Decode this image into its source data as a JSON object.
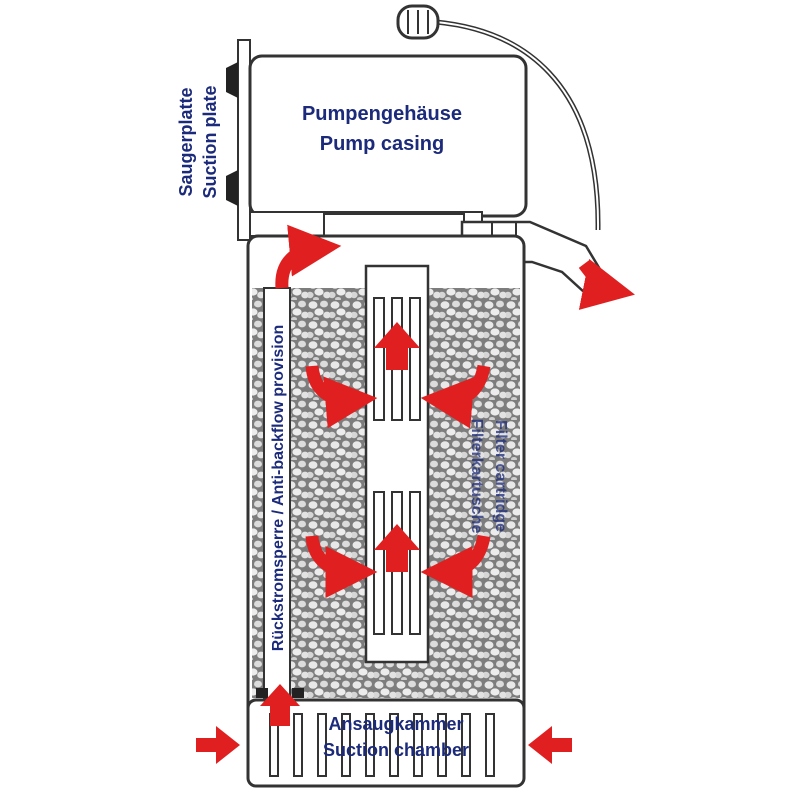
{
  "labels": {
    "pump_de": "Pumpengehäuse",
    "pump_en": "Pump casing",
    "plate_de": "Saugerplatte",
    "plate_en": "Suction plate",
    "backflow": "Rückstromsperre / Anti-backflow provision",
    "cart_de": "Filterkartusche",
    "cart_en": "Filter cartridge",
    "suction_de": "Ansaugkammer",
    "suction_en": "Suction chamber"
  },
  "colors": {
    "outline": "#333333",
    "text": "#1b2a7a",
    "arrow": "#e02020",
    "media": "#9a9a9a",
    "media_light": "#e6e6e6"
  }
}
